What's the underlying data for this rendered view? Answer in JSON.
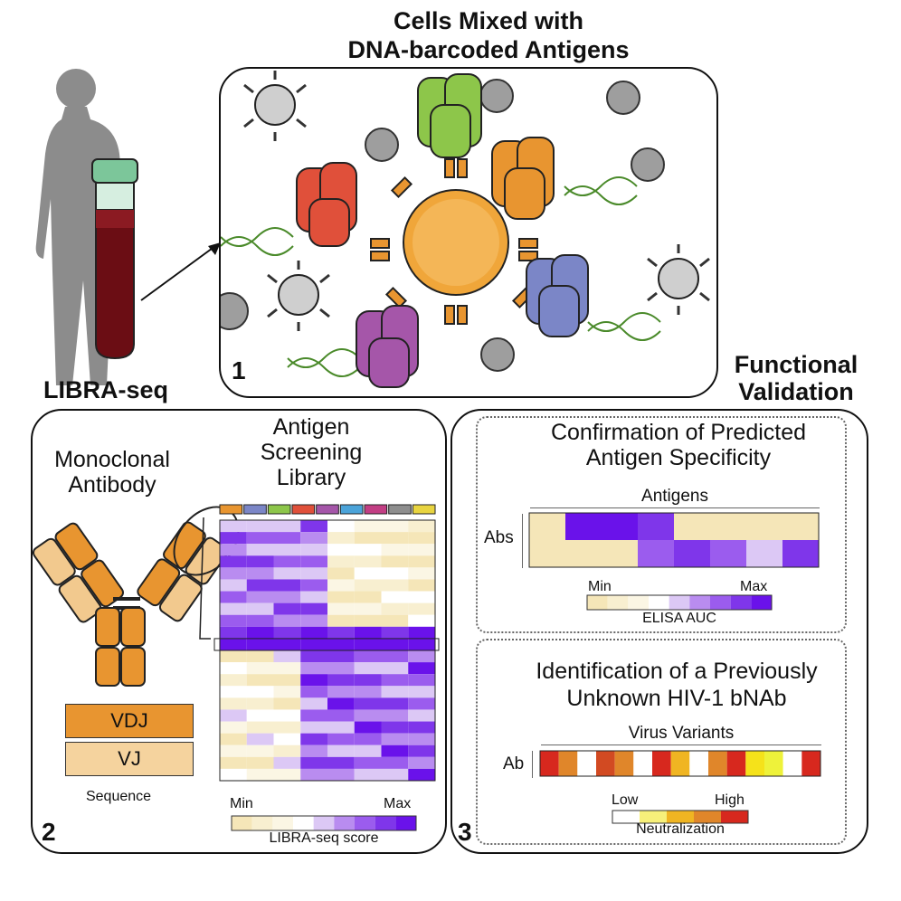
{
  "top": {
    "title_line1": "Cells Mixed with",
    "title_line2": "DNA-barcoded Antigens",
    "panel_number": "1"
  },
  "left_label": "LIBRA-seq",
  "functional": {
    "line1": "Functional",
    "line2": "Validation"
  },
  "panel2": {
    "number": "2",
    "antibody_title_line1": "Monoclonal",
    "antibody_title_line2": "Antibody",
    "library_line1": "Antigen",
    "library_line2": "Screening",
    "library_line3": "Library",
    "vdj": "VDJ",
    "vj": "VJ",
    "sequence": "Sequence",
    "scale_min": "Min",
    "scale_max": "Max",
    "scale_label": "LIBRA-seq score",
    "antigen_colors": [
      "#e89530",
      "#7b86c7",
      "#8dc64a",
      "#e0503a",
      "#a556a9",
      "#4ba3d9",
      "#c23e84",
      "#8e8e8e",
      "#e8d440"
    ],
    "scale_colors": [
      "#f5e6b8",
      "#f8efd0",
      "#fbf6e4",
      "#ffffff",
      "#dcc8f5",
      "#b98cf0",
      "#9b5cee",
      "#7f36ea",
      "#6a12ea"
    ]
  },
  "panel3": {
    "number": "3",
    "conf_line1": "Confirmation of Predicted",
    "conf_line2": "Antigen Specificity",
    "antigens_label": "Antigens",
    "abs_label": "Abs",
    "elisa_min": "Min",
    "elisa_max": "Max",
    "elisa_label": "ELISA AUC",
    "ident_line1": "Identification of a Previously",
    "ident_line2": "Unknown HIV-1 bNAb",
    "virus_label": "Virus Variants",
    "ab_label": "Ab",
    "neut_low": "Low",
    "neut_high": "High",
    "neut_label": "Neutralization",
    "virus_colors": [
      "#d7281e",
      "#e0862a",
      "#ffffff",
      "#d24a22",
      "#e0862a",
      "#ffffff",
      "#d7281e",
      "#f0b522",
      "#ffffff",
      "#e0862a",
      "#d7281e",
      "#f5e21a",
      "#eef23a",
      "#ffffff",
      "#d7281e"
    ],
    "neut_colors": [
      "#ffffff",
      "#f7f07a",
      "#f0b522",
      "#e0862a",
      "#d7281e"
    ],
    "elisa_scale_colors": [
      "#f5e6b8",
      "#f8efd0",
      "#fbf6e4",
      "#ffffff",
      "#dcc8f5",
      "#b98cf0",
      "#9b5cee",
      "#7f36ea",
      "#6a12ea"
    ]
  }
}
